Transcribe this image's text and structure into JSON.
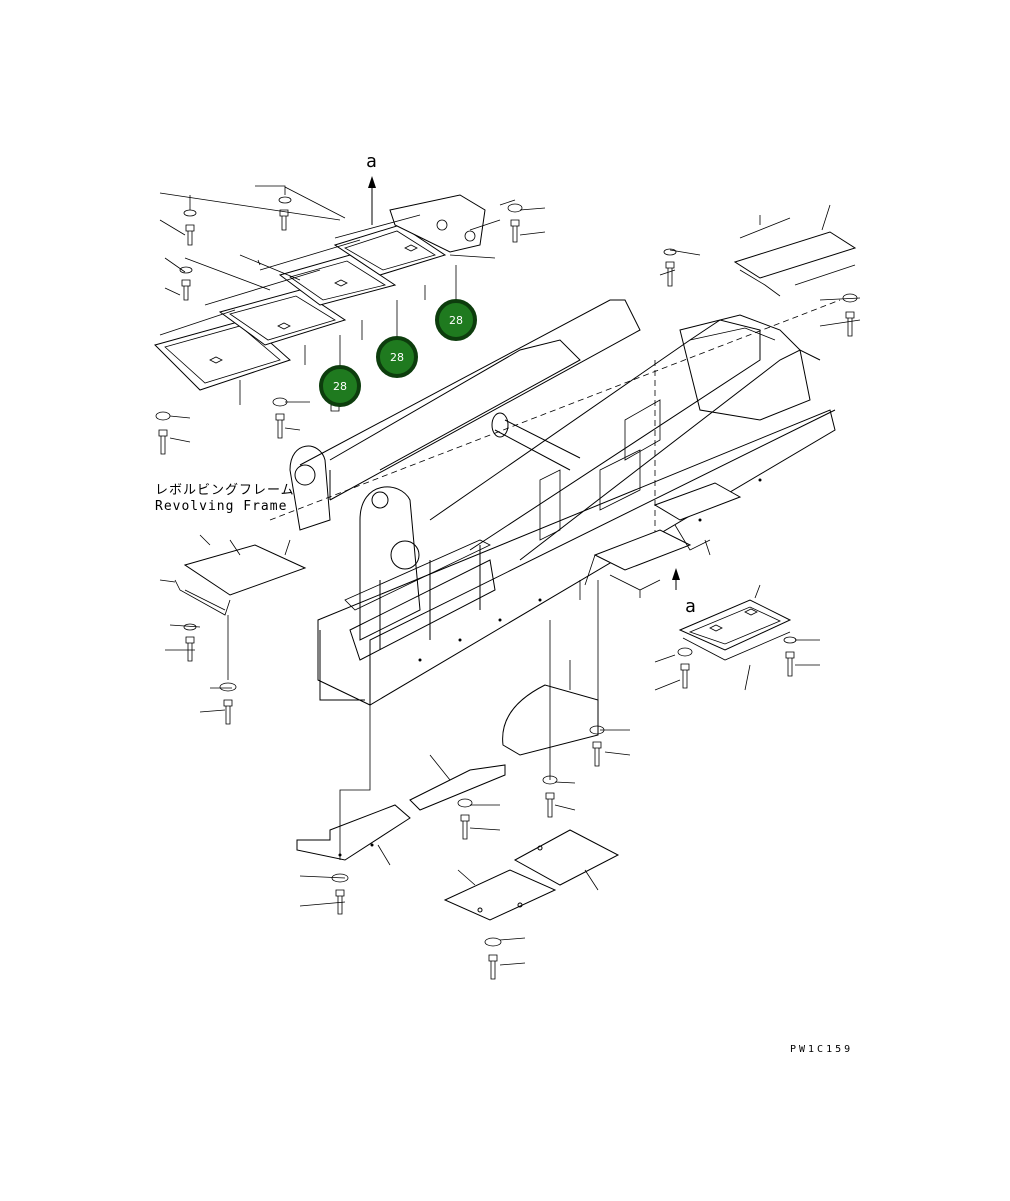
{
  "frame_label": {
    "japanese": "レボルビングフレーム",
    "english": "Revolving Frame"
  },
  "view_arrows": [
    {
      "label": "a"
    },
    {
      "label": "a"
    }
  ],
  "callouts": [
    {
      "number": "28"
    },
    {
      "number": "28"
    },
    {
      "number": "28"
    }
  ],
  "drawing_code": "PW1C159",
  "colors": {
    "callout_fill": "#1f7a1f",
    "callout_ring": "#0d3d0d",
    "line": "#000000"
  }
}
